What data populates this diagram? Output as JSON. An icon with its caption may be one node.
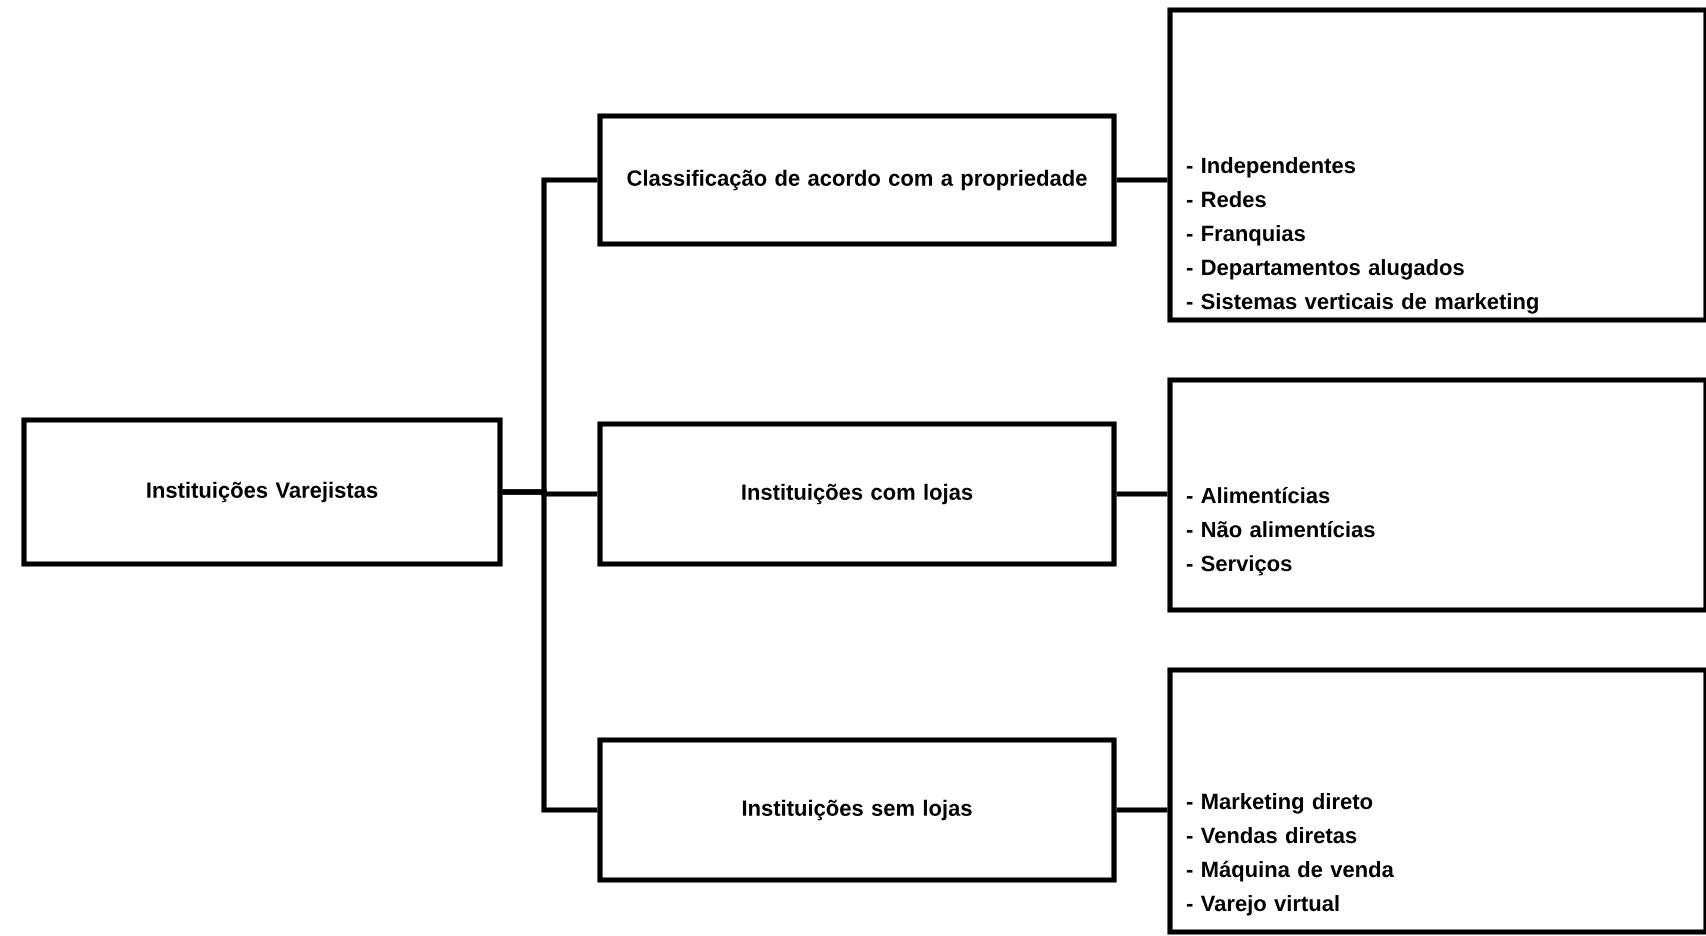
{
  "diagram": {
    "nodes": [
      {
        "text": [
          "Instituições Varejistas"
        ]
      },
      {
        "text": [
          "Classificação de acordo com a propriedade"
        ]
      },
      {
        "text": [
          "Instituições com lojas"
        ]
      },
      {
        "text": [
          "Instituições sem lojas"
        ]
      },
      {
        "text": [
          "- Independentes",
          "- Redes",
          "- Franquias",
          "- Departamentos alugados",
          "- Sistemas verticais de marketing"
        ]
      },
      {
        "text": [
          "- Alimentícias",
          "- Não alimentícias",
          "- Serviços"
        ]
      },
      {
        "text": [
          "- Marketing direto",
          "- Vendas diretas",
          "- Máquina de venda",
          "- Varejo virtual"
        ]
      }
    ],
    "edges": [
      {
        "from": 0,
        "to": 1,
        "arrow": "none"
      },
      {
        "from": 0,
        "to": 2,
        "arrow": "none"
      },
      {
        "from": 0,
        "to": 3,
        "arrow": "none"
      },
      {
        "from": 1,
        "to": 4,
        "arrow": "none"
      },
      {
        "from": 2,
        "to": 5,
        "arrow": "none"
      },
      {
        "from": 3,
        "to": 6,
        "arrow": "none"
      }
    ]
  }
}
